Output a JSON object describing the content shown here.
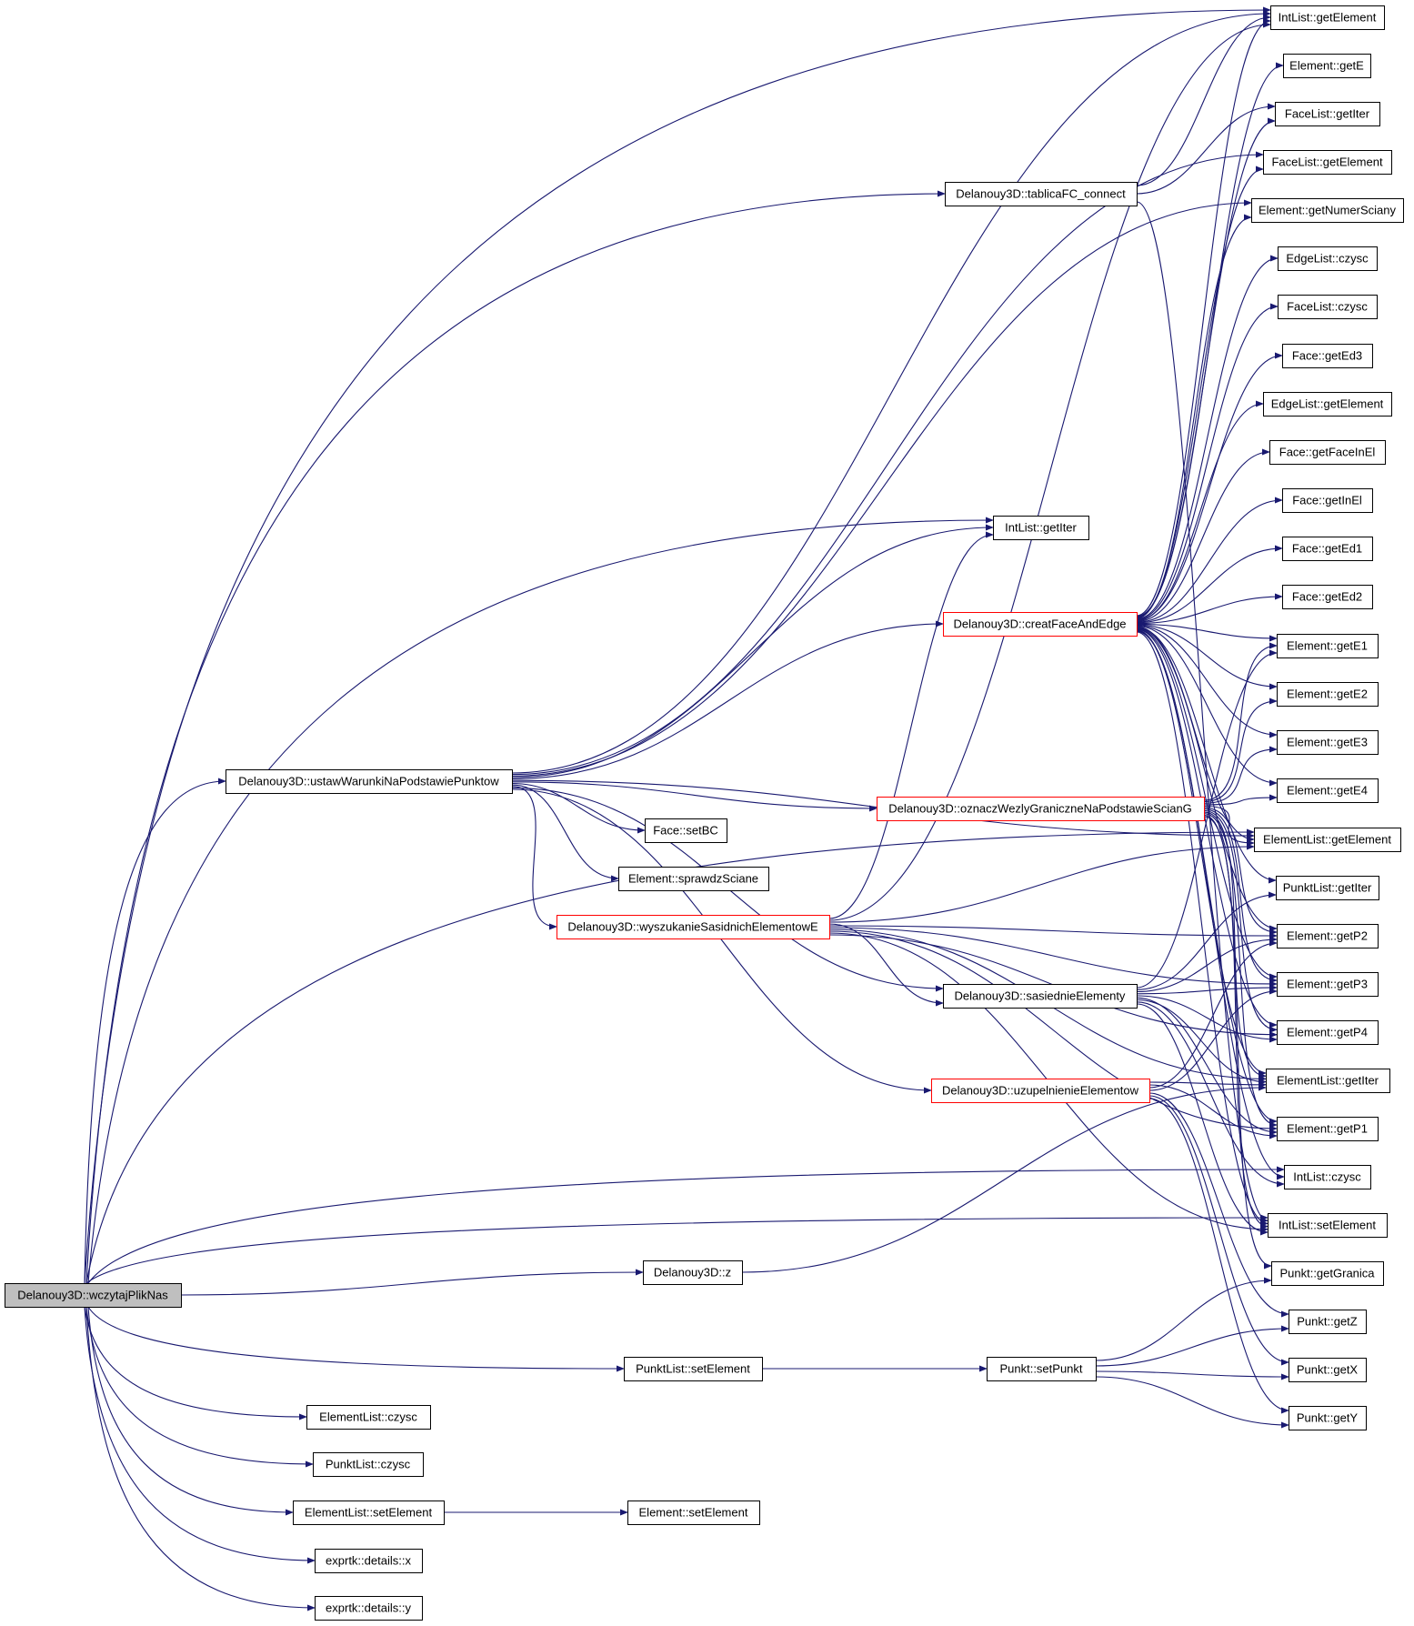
{
  "colors": {
    "edge": "#191970",
    "node_border": "#000000",
    "node_border_truncated": "#ff0000",
    "root_fill": "#bfbfbf",
    "background": "#ffffff"
  },
  "nodes": [
    {
      "id": "wczytajPlikNas",
      "label": "Delanouy3D::wczytajPlikNas",
      "style": "root"
    },
    {
      "id": "ustawWarunki",
      "label": "Delanouy3D::ustawWarunkiNaPodstawiePunktow",
      "style": "normal"
    },
    {
      "id": "tablicaFC",
      "label": "Delanouy3D::tablicaFC_connect",
      "style": "normal"
    },
    {
      "id": "intlist_getIter",
      "label": "IntList::getIter",
      "style": "normal"
    },
    {
      "id": "creatFace",
      "label": "Delanouy3D::creatFaceAndEdge",
      "style": "truncated"
    },
    {
      "id": "oznacz",
      "label": "Delanouy3D::oznaczWezlyGraniczneNaPodstawieScianG",
      "style": "truncated"
    },
    {
      "id": "face_setBC",
      "label": "Face::setBC",
      "style": "normal"
    },
    {
      "id": "el_sprawdz",
      "label": "Element::sprawdzSciane",
      "style": "normal"
    },
    {
      "id": "wyszukanie",
      "label": "Delanouy3D::wyszukanieSasidnichElementowE",
      "style": "truncated"
    },
    {
      "id": "sasiednie",
      "label": "Delanouy3D::sasiednieElementy",
      "style": "normal"
    },
    {
      "id": "uzupelnienie",
      "label": "Delanouy3D::uzupelnienieElementow",
      "style": "truncated"
    },
    {
      "id": "d3_z",
      "label": "Delanouy3D::z",
      "style": "normal"
    },
    {
      "id": "pl_setEl",
      "label": "PunktList::setElement",
      "style": "normal"
    },
    {
      "id": "p_setPunkt",
      "label": "Punkt::setPunkt",
      "style": "normal"
    },
    {
      "id": "el_czysc",
      "label": "ElementList::czysc",
      "style": "normal"
    },
    {
      "id": "pl_czysc",
      "label": "PunktList::czysc",
      "style": "normal"
    },
    {
      "id": "elist_setEl",
      "label": "ElementList::setElement",
      "style": "normal"
    },
    {
      "id": "e_setEl",
      "label": "Element::setElement",
      "style": "normal"
    },
    {
      "id": "ex_x",
      "label": "exprtk::details::x",
      "style": "normal"
    },
    {
      "id": "ex_y",
      "label": "exprtk::details::y",
      "style": "normal"
    },
    {
      "id": "il_getEl",
      "label": "IntList::getElement",
      "style": "normal"
    },
    {
      "id": "e_getE",
      "label": "Element::getE",
      "style": "normal"
    },
    {
      "id": "fl_getIter",
      "label": "FaceList::getIter",
      "style": "normal"
    },
    {
      "id": "fl_getEl",
      "label": "FaceList::getElement",
      "style": "normal"
    },
    {
      "id": "e_getNum",
      "label": "Element::getNumerSciany",
      "style": "normal"
    },
    {
      "id": "edl_czysc",
      "label": "EdgeList::czysc",
      "style": "normal"
    },
    {
      "id": "fl_czysc",
      "label": "FaceList::czysc",
      "style": "normal"
    },
    {
      "id": "f_getEd3",
      "label": "Face::getEd3",
      "style": "normal"
    },
    {
      "id": "edl_getEl",
      "label": "EdgeList::getElement",
      "style": "normal"
    },
    {
      "id": "f_getFaceInEl",
      "label": "Face::getFaceInEl",
      "style": "normal"
    },
    {
      "id": "f_getInEl",
      "label": "Face::getInEl",
      "style": "normal"
    },
    {
      "id": "f_getEd1",
      "label": "Face::getEd1",
      "style": "normal"
    },
    {
      "id": "f_getEd2",
      "label": "Face::getEd2",
      "style": "normal"
    },
    {
      "id": "e_getE1",
      "label": "Element::getE1",
      "style": "normal"
    },
    {
      "id": "e_getE2",
      "label": "Element::getE2",
      "style": "normal"
    },
    {
      "id": "e_getE3",
      "label": "Element::getE3",
      "style": "normal"
    },
    {
      "id": "e_getE4",
      "label": "Element::getE4",
      "style": "normal"
    },
    {
      "id": "elist_getEl",
      "label": "ElementList::getElement",
      "style": "normal"
    },
    {
      "id": "pl_getIter",
      "label": "PunktList::getIter",
      "style": "normal"
    },
    {
      "id": "e_getP2",
      "label": "Element::getP2",
      "style": "normal"
    },
    {
      "id": "e_getP3",
      "label": "Element::getP3",
      "style": "normal"
    },
    {
      "id": "e_getP4",
      "label": "Element::getP4",
      "style": "normal"
    },
    {
      "id": "elist_getIter",
      "label": "ElementList::getIter",
      "style": "normal"
    },
    {
      "id": "e_getP1",
      "label": "Element::getP1",
      "style": "normal"
    },
    {
      "id": "il_czysc",
      "label": "IntList::czysc",
      "style": "normal"
    },
    {
      "id": "il_setEl",
      "label": "IntList::setElement",
      "style": "normal"
    },
    {
      "id": "p_getGranica",
      "label": "Punkt::getGranica",
      "style": "normal"
    },
    {
      "id": "p_getZ",
      "label": "Punkt::getZ",
      "style": "normal"
    },
    {
      "id": "p_getX",
      "label": "Punkt::getX",
      "style": "normal"
    },
    {
      "id": "p_getY",
      "label": "Punkt::getY",
      "style": "normal"
    }
  ],
  "edges": [
    [
      "wczytajPlikNas",
      "il_getEl"
    ],
    [
      "wczytajPlikNas",
      "tablicaFC"
    ],
    [
      "wczytajPlikNas",
      "intlist_getIter"
    ],
    [
      "wczytajPlikNas",
      "ustawWarunki"
    ],
    [
      "wczytajPlikNas",
      "elist_getEl"
    ],
    [
      "wczytajPlikNas",
      "il_czysc"
    ],
    [
      "wczytajPlikNas",
      "d3_z"
    ],
    [
      "wczytajPlikNas",
      "il_setEl"
    ],
    [
      "wczytajPlikNas",
      "pl_setEl"
    ],
    [
      "wczytajPlikNas",
      "el_czysc"
    ],
    [
      "wczytajPlikNas",
      "pl_czysc"
    ],
    [
      "wczytajPlikNas",
      "elist_setEl"
    ],
    [
      "wczytajPlikNas",
      "ex_x"
    ],
    [
      "wczytajPlikNas",
      "ex_y"
    ],
    [
      "ustawWarunki",
      "il_getEl"
    ],
    [
      "ustawWarunki",
      "fl_getEl"
    ],
    [
      "ustawWarunki",
      "e_getNum"
    ],
    [
      "ustawWarunki",
      "intlist_getIter"
    ],
    [
      "ustawWarunki",
      "creatFace"
    ],
    [
      "ustawWarunki",
      "elist_getEl"
    ],
    [
      "ustawWarunki",
      "oznacz"
    ],
    [
      "ustawWarunki",
      "face_setBC"
    ],
    [
      "ustawWarunki",
      "el_sprawdz"
    ],
    [
      "ustawWarunki",
      "wyszukanie"
    ],
    [
      "ustawWarunki",
      "sasiednie"
    ],
    [
      "ustawWarunki",
      "uzupelnienie"
    ],
    [
      "tablicaFC",
      "il_getEl"
    ],
    [
      "tablicaFC",
      "fl_getIter"
    ],
    [
      "tablicaFC",
      "il_setEl"
    ],
    [
      "creatFace",
      "il_getEl"
    ],
    [
      "creatFace",
      "e_getE"
    ],
    [
      "creatFace",
      "fl_getIter"
    ],
    [
      "creatFace",
      "fl_getEl"
    ],
    [
      "creatFace",
      "e_getNum"
    ],
    [
      "creatFace",
      "edl_czysc"
    ],
    [
      "creatFace",
      "fl_czysc"
    ],
    [
      "creatFace",
      "f_getEd3"
    ],
    [
      "creatFace",
      "edl_getEl"
    ],
    [
      "creatFace",
      "f_getFaceInEl"
    ],
    [
      "creatFace",
      "f_getInEl"
    ],
    [
      "creatFace",
      "f_getEd1"
    ],
    [
      "creatFace",
      "f_getEd2"
    ],
    [
      "creatFace",
      "e_getE1"
    ],
    [
      "creatFace",
      "e_getE2"
    ],
    [
      "creatFace",
      "e_getE3"
    ],
    [
      "creatFace",
      "e_getE4"
    ],
    [
      "creatFace",
      "elist_getEl"
    ],
    [
      "creatFace",
      "pl_getIter"
    ],
    [
      "creatFace",
      "e_getP2"
    ],
    [
      "creatFace",
      "e_getP3"
    ],
    [
      "creatFace",
      "e_getP4"
    ],
    [
      "creatFace",
      "elist_getIter"
    ],
    [
      "creatFace",
      "e_getP1"
    ],
    [
      "creatFace",
      "il_czysc"
    ],
    [
      "creatFace",
      "il_setEl"
    ],
    [
      "oznacz",
      "e_getE1"
    ],
    [
      "oznacz",
      "e_getE2"
    ],
    [
      "oznacz",
      "e_getE3"
    ],
    [
      "oznacz",
      "e_getE4"
    ],
    [
      "oznacz",
      "elist_getEl"
    ],
    [
      "oznacz",
      "e_getP2"
    ],
    [
      "oznacz",
      "e_getP3"
    ],
    [
      "oznacz",
      "e_getP4"
    ],
    [
      "oznacz",
      "elist_getIter"
    ],
    [
      "oznacz",
      "e_getP1"
    ],
    [
      "oznacz",
      "p_getGranica"
    ],
    [
      "oznacz",
      "il_setEl"
    ],
    [
      "wyszukanie",
      "intlist_getIter"
    ],
    [
      "wyszukanie",
      "il_getEl"
    ],
    [
      "wyszukanie",
      "elist_getEl"
    ],
    [
      "wyszukanie",
      "sasiednie"
    ],
    [
      "wyszukanie",
      "e_getP2"
    ],
    [
      "wyszukanie",
      "e_getP3"
    ],
    [
      "wyszukanie",
      "elist_getIter"
    ],
    [
      "wyszukanie",
      "e_getP1"
    ],
    [
      "wyszukanie",
      "il_setEl"
    ],
    [
      "wyszukanie",
      "e_getP4"
    ],
    [
      "sasiednie",
      "e_getE1"
    ],
    [
      "sasiednie",
      "pl_getIter"
    ],
    [
      "sasiednie",
      "e_getP2"
    ],
    [
      "sasiednie",
      "e_getP3"
    ],
    [
      "sasiednie",
      "e_getP4"
    ],
    [
      "sasiednie",
      "e_getP1"
    ],
    [
      "sasiednie",
      "elist_getIter"
    ],
    [
      "sasiednie",
      "il_czysc"
    ],
    [
      "sasiednie",
      "il_setEl"
    ],
    [
      "uzupelnienie",
      "elist_getIter"
    ],
    [
      "uzupelnienie",
      "e_getP1"
    ],
    [
      "uzupelnienie",
      "e_getP2"
    ],
    [
      "uzupelnienie",
      "e_getP3"
    ],
    [
      "uzupelnienie",
      "p_getZ"
    ],
    [
      "uzupelnienie",
      "p_getX"
    ],
    [
      "uzupelnienie",
      "p_getY"
    ],
    [
      "d3_z",
      "elist_getIter"
    ],
    [
      "pl_setEl",
      "p_setPunkt"
    ],
    [
      "p_setPunkt",
      "p_getGranica"
    ],
    [
      "p_setPunkt",
      "p_getZ"
    ],
    [
      "p_setPunkt",
      "p_getX"
    ],
    [
      "p_setPunkt",
      "p_getY"
    ],
    [
      "elist_setEl",
      "e_setEl"
    ]
  ]
}
